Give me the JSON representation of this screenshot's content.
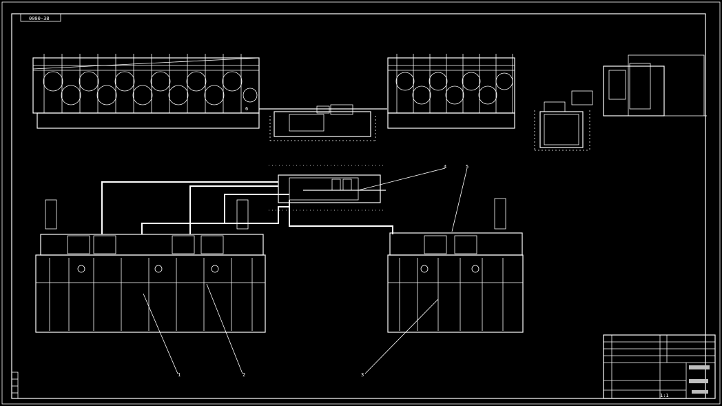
{
  "drawing": {
    "code": "0000-38",
    "callouts": [
      "1",
      "2",
      "3",
      "4",
      "5",
      "6"
    ],
    "scale": "1:1",
    "palette": {
      "background": "#000000",
      "lines": "#ffffff",
      "gray": "#bfbfbf"
    }
  }
}
